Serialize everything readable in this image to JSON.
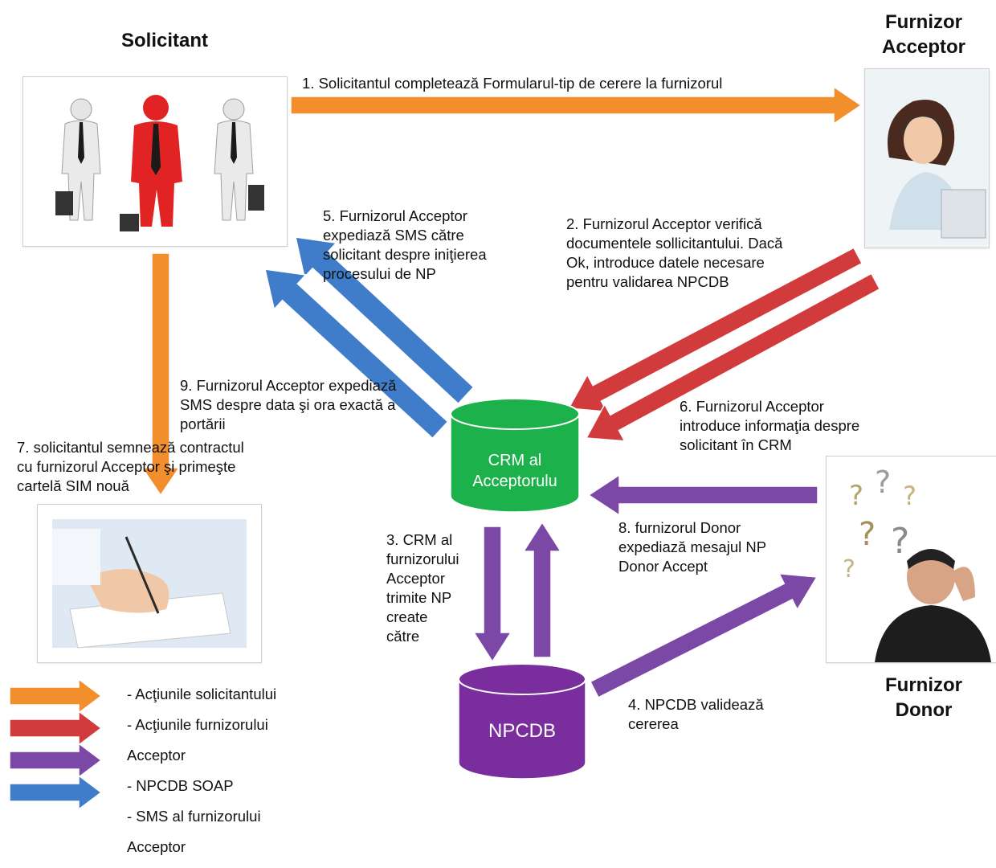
{
  "actors": {
    "solicitant": "Solicitant",
    "acceptor": [
      "Furnizor",
      "Acceptor"
    ],
    "donor": [
      "Furnizor",
      "Donor"
    ]
  },
  "databases": {
    "crm": [
      "CRM al",
      "Acceptorulu"
    ],
    "npcdb": "NPCDB"
  },
  "steps": {
    "s1": [
      "1. Solicitantul completează Formularul-tip de cerere la furnizorul"
    ],
    "s2": [
      "2. Furnizorul Acceptor verifică",
      "documentele sollicitantului. Dacă",
      "Ok, introduce datele necesare",
      "pentru validarea NPCDB"
    ],
    "s3": [
      "3. CRM al",
      "furnizorului",
      "Acceptor",
      "trimite NP",
      "create",
      "către"
    ],
    "s4": [
      "4. NPCDB validează",
      "cererea"
    ],
    "s5": [
      "5. Furnizorul Acceptor",
      "expediază SMS către",
      "solicitant despre iniţierea",
      "procesului de NP"
    ],
    "s6": [
      "6. Furnizorul Acceptor",
      "introduce informaţia despre",
      "solicitant în CRM"
    ],
    "s7": [
      "7. solicitantul semnează contractul",
      "cu furnizorul Acceptor şi primeşte",
      "cartelă SIM nouă"
    ],
    "s8": [
      "8. furnizorul Donor",
      "expediază mesajul NP",
      "Donor Accept"
    ],
    "s9": [
      "9. Furnizorul Acceptor expediază",
      "SMS despre data şi ora exactă a",
      "portării"
    ]
  },
  "legend": {
    "lines": [
      "- Acţiunile solicitantului",
      "- Acţiunile furnizorului",
      "Acceptor",
      "- NPCDB SOAP",
      "- SMS al furnizorului",
      "Acceptor"
    ]
  },
  "colors": {
    "orange": "#F28E2B",
    "red": "#D23B3B",
    "purple": "#7B48A6",
    "blue": "#3F7CC9",
    "crm": "#1DB14B",
    "npcdb": "#7A2E9E"
  }
}
